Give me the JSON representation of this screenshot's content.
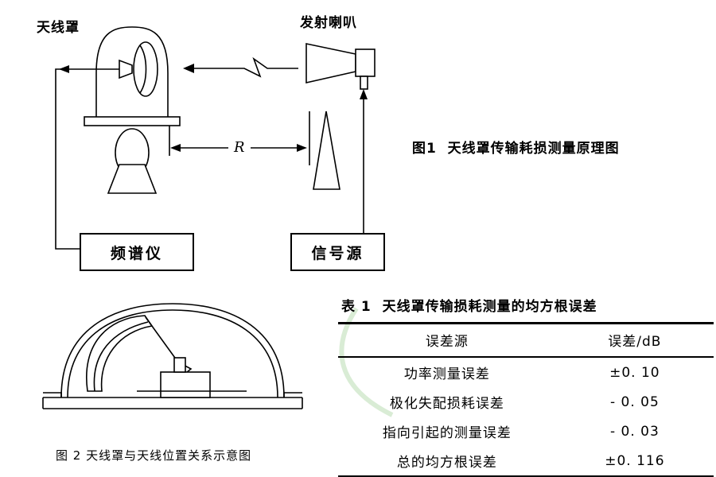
{
  "figure1": {
    "radome_label": "天线罩",
    "horn_label": "发射喇叭",
    "distance_label": "R",
    "spectrum_analyzer_label": "频谱仪",
    "signal_source_label": "信号源",
    "caption": "图1  天线罩传输耗损测量原理图"
  },
  "figure2": {
    "caption": "图 2 天线罩与天线位置关系示意图"
  },
  "table1": {
    "title": "表 1  天线罩传输损耗测量的均方根误差",
    "headers": [
      "误差源",
      "误差/dB"
    ],
    "rows": [
      {
        "source": "功率测量误差",
        "value": "±0. 10"
      },
      {
        "source": "极化失配损耗误差",
        "value": "- 0. 05"
      },
      {
        "source": "指向引起的测量误差",
        "value": "- 0. 03"
      },
      {
        "source": "总的均方根误差",
        "value": "±0. 116"
      }
    ]
  }
}
